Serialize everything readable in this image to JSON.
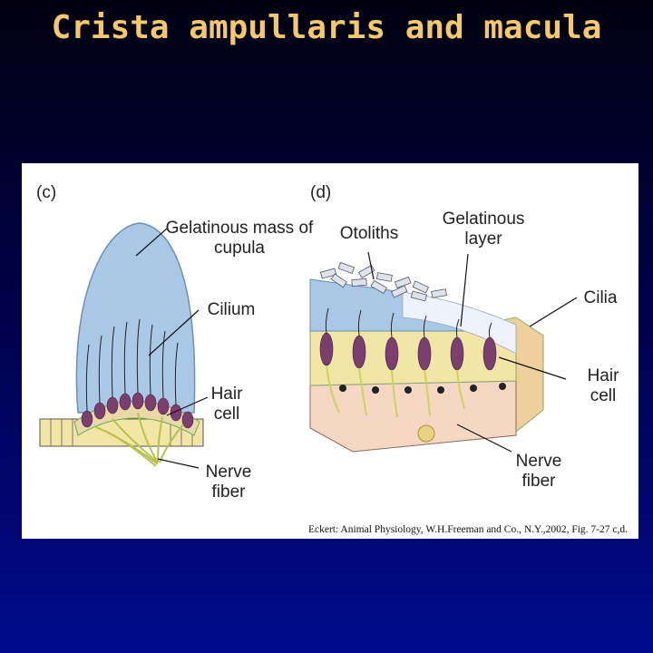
{
  "slide": {
    "title": "Crista ampullaris and macula"
  },
  "figure": {
    "panel_c": {
      "letter": "(c)",
      "labels": {
        "gelatinous_mass": "Gelatinous mass of cupula",
        "cilium": "Cilium",
        "hair_cell": "Hair cell",
        "nerve_fiber": "Nerve fiber"
      }
    },
    "panel_d": {
      "letter": "(d)",
      "labels": {
        "otoliths": "Otoliths",
        "gelatinous_layer": "Gelatinous layer",
        "cilia": "Cilia",
        "hair_cell": "Hair cell",
        "nerve_fiber": "Nerve fiber"
      }
    },
    "citation": "Eckert: Animal Physiology, W.H.Freeman and Co., N.Y.,2002, Fig.  7-27 c,d."
  },
  "colors": {
    "title": "#f5c86a",
    "background_top": "#000010",
    "background_bottom": "#000a8c",
    "cupula": "#a9c8e6",
    "hair_cell": "#7a3f6e",
    "support_cell": "#f2e6a6",
    "tissue": "#f6d7c4",
    "nerve": "#c9d45a"
  }
}
